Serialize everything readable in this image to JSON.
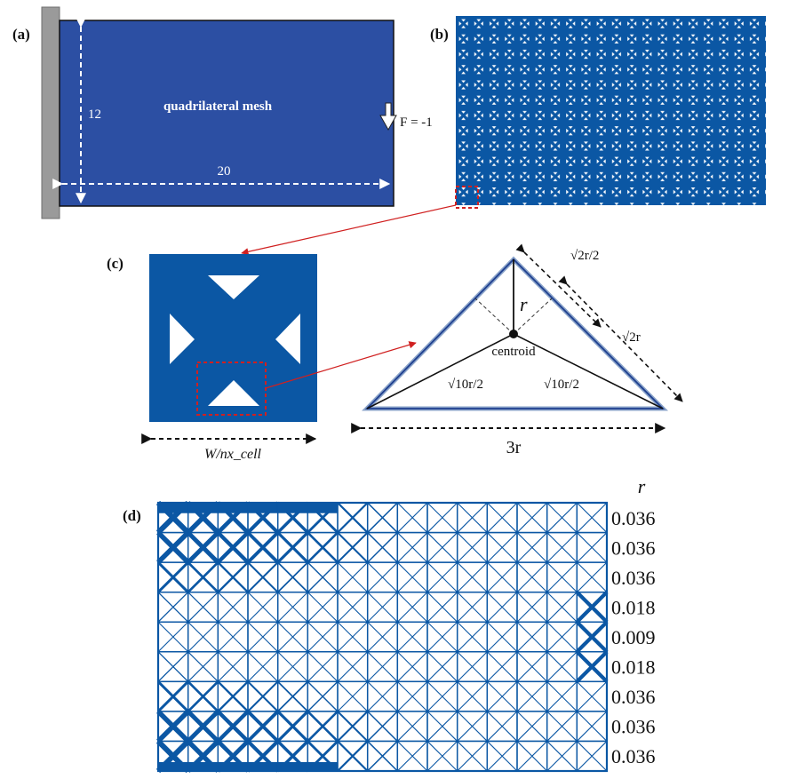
{
  "panels": {
    "a": {
      "label": "(a)",
      "mesh_label": "quadrilateral mesh",
      "height_label": "12",
      "width_label": "20",
      "force_label": "F = -1"
    },
    "b": {
      "label": "(b)"
    },
    "c": {
      "label": "(c)",
      "cell_width_label": "W/nx_cell",
      "r_label": "r",
      "centroid_label": "centroid",
      "left_median_label": "√10r/2",
      "right_median_label": "√10r/2",
      "half_side_label": "√2r/2",
      "side_label": "√2r",
      "base_label": "3r"
    },
    "d": {
      "label": "(d)",
      "column_header": "r",
      "row_r_values": [
        "0.036",
        "0.036",
        "0.036",
        "0.018",
        "0.009",
        "0.018",
        "0.036",
        "0.036",
        "0.036"
      ]
    }
  },
  "colors": {
    "material_blue": "#0b57a4",
    "mesh_blue": "#2c4fa3",
    "support_gray": "#9a9a9a",
    "highlight_red": "#d02020"
  }
}
